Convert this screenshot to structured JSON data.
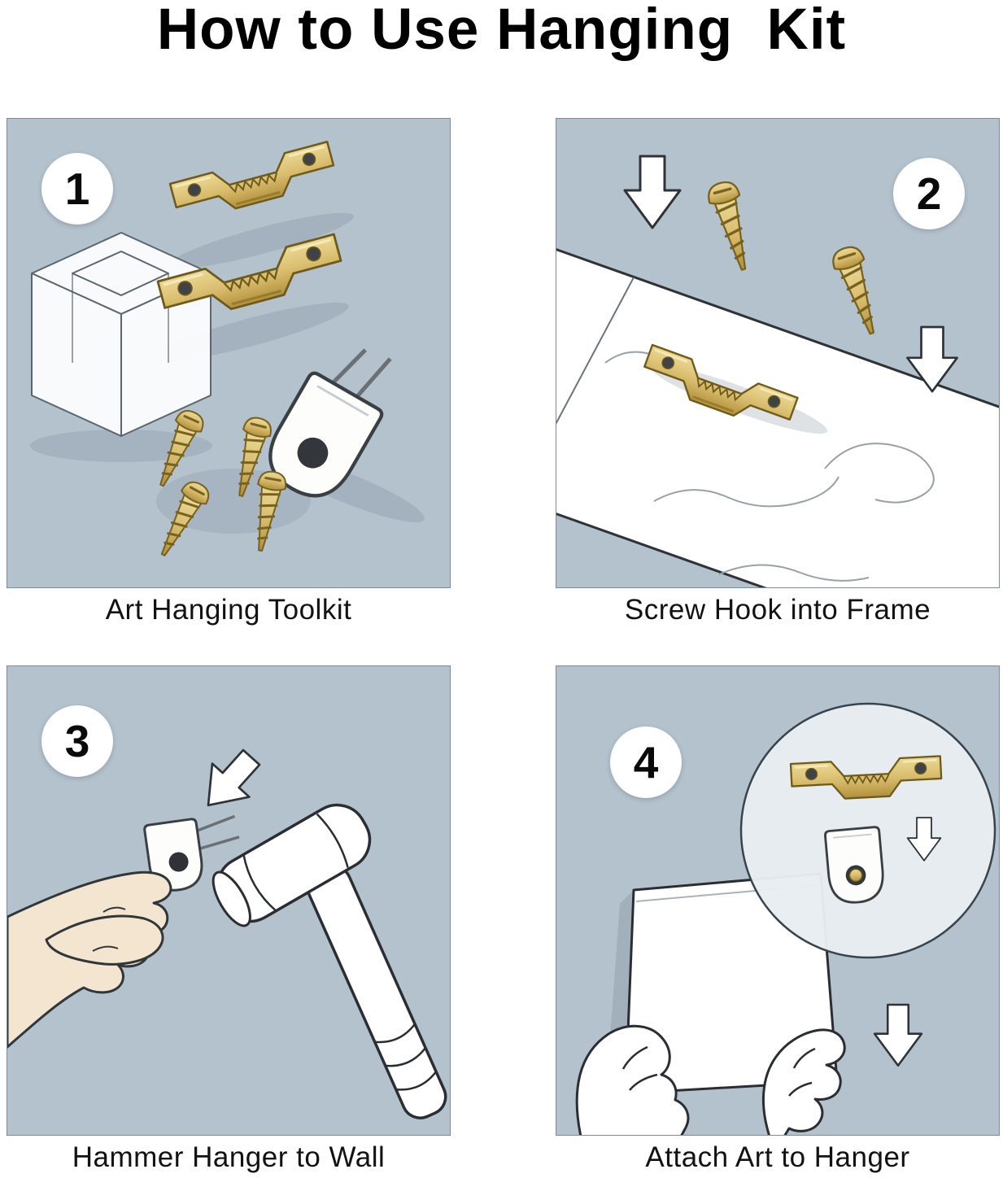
{
  "title": "How to Use Hanging  Kit",
  "steps": [
    {
      "number": "1",
      "caption": "Art Hanging Toolkit"
    },
    {
      "number": "2",
      "caption": "Screw Hook into Frame"
    },
    {
      "number": "3",
      "caption": "Hammer Hanger to Wall"
    },
    {
      "number": "4",
      "caption": "Attach Art to Hanger"
    }
  ],
  "colors": {
    "panel_background": "#b4c2ce",
    "brass": "#d9bd6e",
    "brass_dark": "#77621f",
    "skin": "#f3e5d0",
    "paper": "#ffffff",
    "outline": "#2a2e33"
  }
}
